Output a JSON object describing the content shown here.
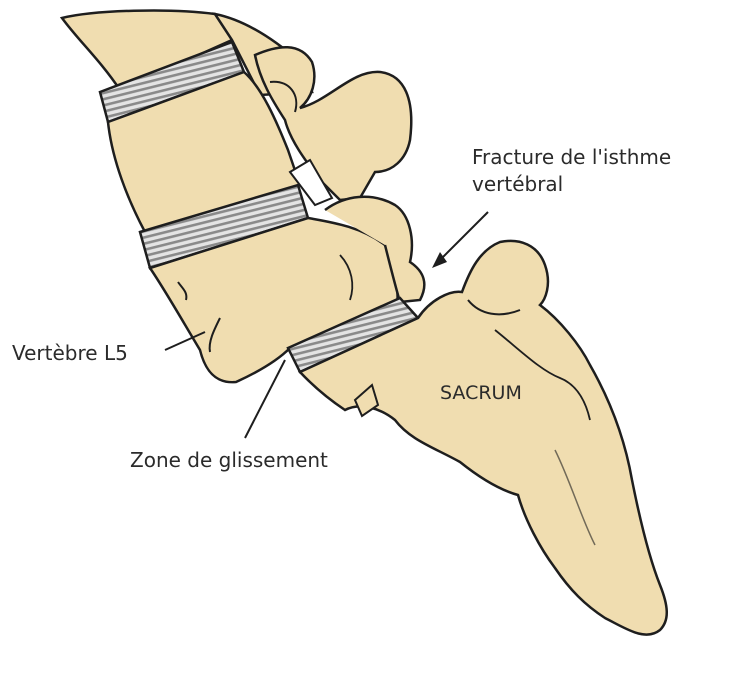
{
  "labels": {
    "fracture_line1": "Fracture de l'isthme",
    "fracture_line2": "vertébral",
    "vertebre": "Vertèbre L5",
    "zone": "Zone de glissement",
    "sacrum": "SACRUM"
  },
  "colors": {
    "bone": "#f0ddb0",
    "bone_shadow": "#d9bf8a",
    "outline": "#1e1e1e",
    "disc": "#a9a9a9",
    "disc_light": "#e4e4e4",
    "text": "#2b2b2b",
    "background": "#ffffff"
  },
  "icons": [
    "vertebra-illustration",
    "sacrum-illustration",
    "intervertebral-disc"
  ]
}
